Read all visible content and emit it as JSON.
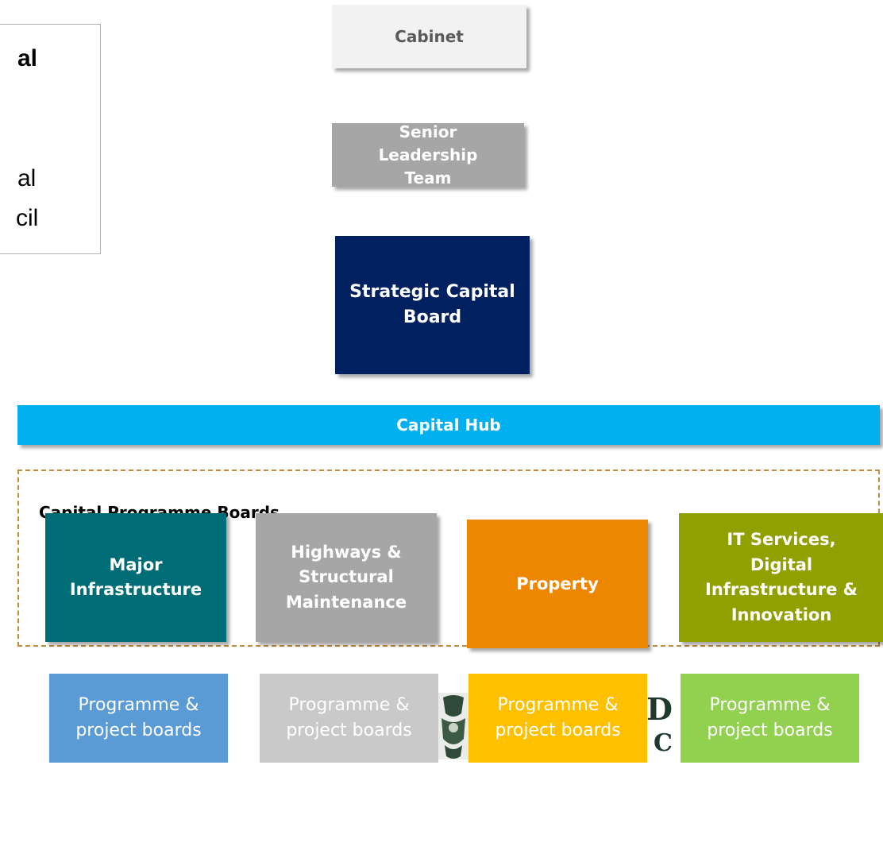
{
  "side_panel": {
    "line1": "al",
    "line2": "al",
    "line3": "cil"
  },
  "boxes": {
    "cabinet": "Cabinet",
    "slt": "Senior\nLeadership\nTeam",
    "scb": "Strategic Capital Board",
    "hub": "Capital Hub"
  },
  "programme_group": {
    "label": "Capital Programme Boards",
    "boards": [
      {
        "label": "Major Infrastructure",
        "color": "#006c75"
      },
      {
        "label": "Highways & Structural Maintenance",
        "color": "#a6a6a6"
      },
      {
        "label": "Property",
        "color": "#ed8600"
      },
      {
        "label": "IT Services, Digital Infrastructure & Innovation",
        "color": "#8fa000"
      }
    ]
  },
  "project_boards": [
    {
      "label": "Programme & project boards",
      "color": "#5b9bd5"
    },
    {
      "label": "Programme & project boards",
      "color": "#c9c9c9"
    },
    {
      "label": "Programme & project boards",
      "color": "#ffc000"
    },
    {
      "label": "Programme & project boards",
      "color": "#92d050"
    }
  ],
  "logo": {
    "letter1": "D",
    "letter2": "C"
  }
}
